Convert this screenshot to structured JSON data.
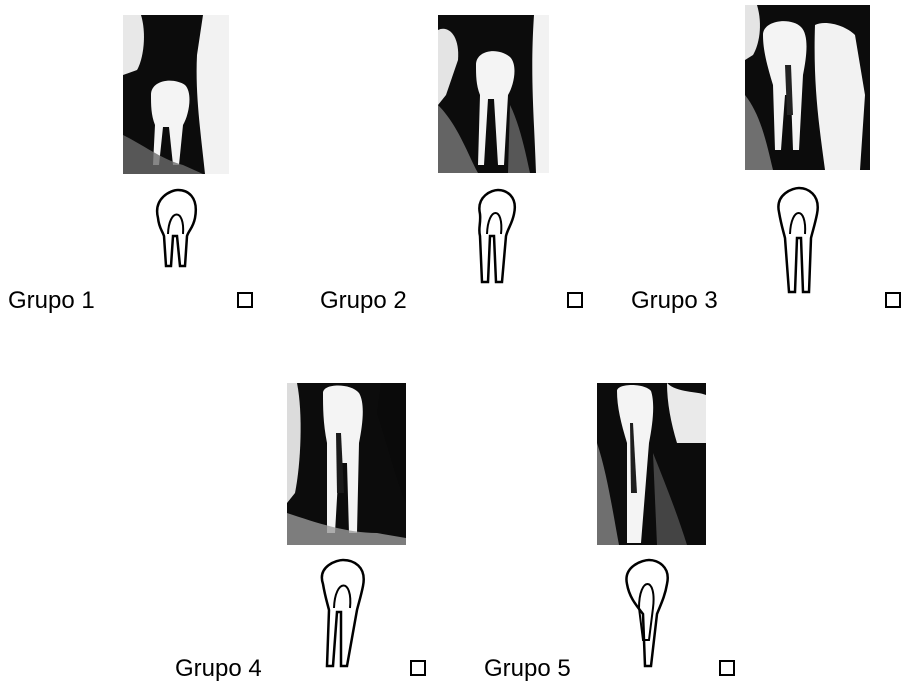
{
  "groups": [
    {
      "id": "1",
      "label": "Grupo 1",
      "checked": false
    },
    {
      "id": "2",
      "label": "Grupo 2",
      "checked": false
    },
    {
      "id": "3",
      "label": "Grupo 3",
      "checked": false
    },
    {
      "id": "4",
      "label": "Grupo 4",
      "checked": false
    },
    {
      "id": "5",
      "label": "Grupo 5",
      "checked": false
    }
  ]
}
